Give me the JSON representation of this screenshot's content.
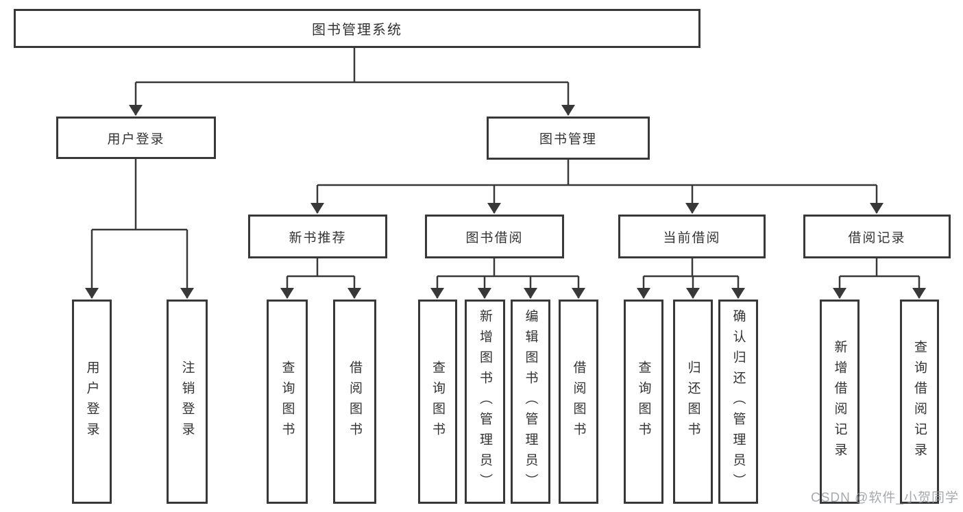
{
  "diagram": {
    "type": "hierarchy-diagram",
    "watermark": "CSDN @软件_小贺同学",
    "colors": {
      "line": "#383838",
      "box_border": "#383838",
      "box_fill": "#ffffff",
      "text": "#333333",
      "watermark": "#8f9499"
    },
    "tree": {
      "label": "图书管理系统",
      "children": [
        {
          "label": "用户登录",
          "children": [
            {
              "label": "用户登录"
            },
            {
              "label": "注销登录"
            }
          ]
        },
        {
          "label": "图书管理",
          "children": [
            {
              "label": "新书推荐",
              "children": [
                {
                  "label": "查询图书"
                },
                {
                  "label": "借阅图书"
                }
              ]
            },
            {
              "label": "图书借阅",
              "children": [
                {
                  "label": "查询图书"
                },
                {
                  "label": "新增图书（管理员）"
                },
                {
                  "label": "编辑图书（管理员）"
                },
                {
                  "label": "借阅图书"
                }
              ]
            },
            {
              "label": "当前借阅",
              "children": [
                {
                  "label": "查询图书"
                },
                {
                  "label": "归还图书"
                },
                {
                  "label": "确认归还（管理员）"
                }
              ]
            },
            {
              "label": "借阅记录",
              "children": [
                {
                  "label": "新增借阅记录"
                },
                {
                  "label": "查询借阅记录"
                }
              ]
            }
          ]
        }
      ]
    }
  }
}
